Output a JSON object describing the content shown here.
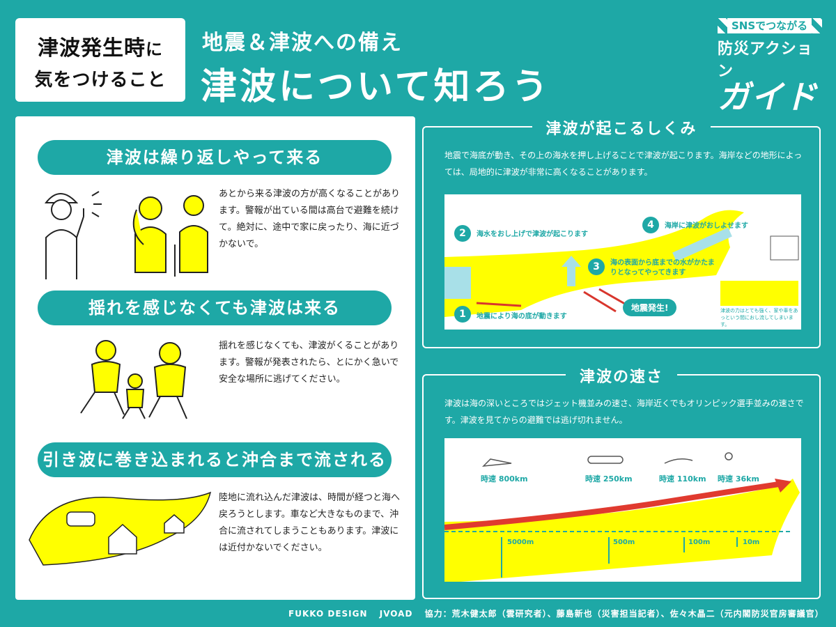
{
  "header": {
    "badge_line1_main": "津波発生時",
    "badge_line1_small": "に",
    "badge_line2": "気をつけること",
    "subtitle": "地震＆津波への備え",
    "title": "津波について知ろう"
  },
  "logo": {
    "sns": "SNSでつながる",
    "line2": "防災アクション",
    "line3": "ガイド"
  },
  "left_sections": [
    {
      "heading": "津波は繰り返しやって来る",
      "text": "あとから来る津波の方が高くなることがあります。警報が出ている間は高台で避難を続けて。絶対に、途中で家に戻ったり、海に近づかないで。"
    },
    {
      "heading": "揺れを感じなくても津波は来る",
      "text": "揺れを感じなくても、津波がくることがあります。警報が発表されたら、とにかく急いで安全な場所に逃げてください。"
    },
    {
      "heading": "引き波に巻き込まれると沖合まで流される",
      "text": "陸地に流れ込んだ津波は、時間が経つと海へ戻ろうとします。車など大きなものまで、沖合に流されてしまうこともあります。津波には近付かないでください。"
    }
  ],
  "mechanism": {
    "title": "津波が起こるしくみ",
    "text": "地震で海底が動き、その上の海水を押し上げることで津波が起こります。海岸などの地形によっては、局地的に津波が非常に高くなることがあります。",
    "steps": [
      {
        "num": "1",
        "label": "地震により海の底が動きます"
      },
      {
        "num": "2",
        "label": "海水をおし上げで津波が起こります"
      },
      {
        "num": "3",
        "label": "海の表面から底までの水がかたまりとなってやってきます"
      },
      {
        "num": "4",
        "label": "海岸に津波がおしよせます"
      }
    ],
    "quake_label": "地震発生!",
    "inset_caption": "津波の力はとても強く、家や車をあっという間におし流してしまいます。"
  },
  "speed": {
    "title": "津波の速さ",
    "text": "津波は海の深いところではジェット機並みの速さ、海岸近くでもオリンピック選手並みの速さです。津波を見てからの避難では逃げ切れません。",
    "speeds": [
      "時速 800km",
      "時速 250km",
      "時速 110km",
      "時速 36km"
    ],
    "depths": [
      "5000m",
      "500m",
      "100m",
      "10m"
    ]
  },
  "footer": {
    "brand1": "FUKKO DESIGN",
    "brand2": "JVOAD",
    "credits": "協力：荒木健太郎（雲研究者）、藤島新也（災害担当記者）、佐々木晶二（元内閣防災官房審議官）"
  },
  "colors": {
    "teal": "#1ea8a6",
    "yellow": "#ffff00",
    "red": "#e03a2f"
  }
}
